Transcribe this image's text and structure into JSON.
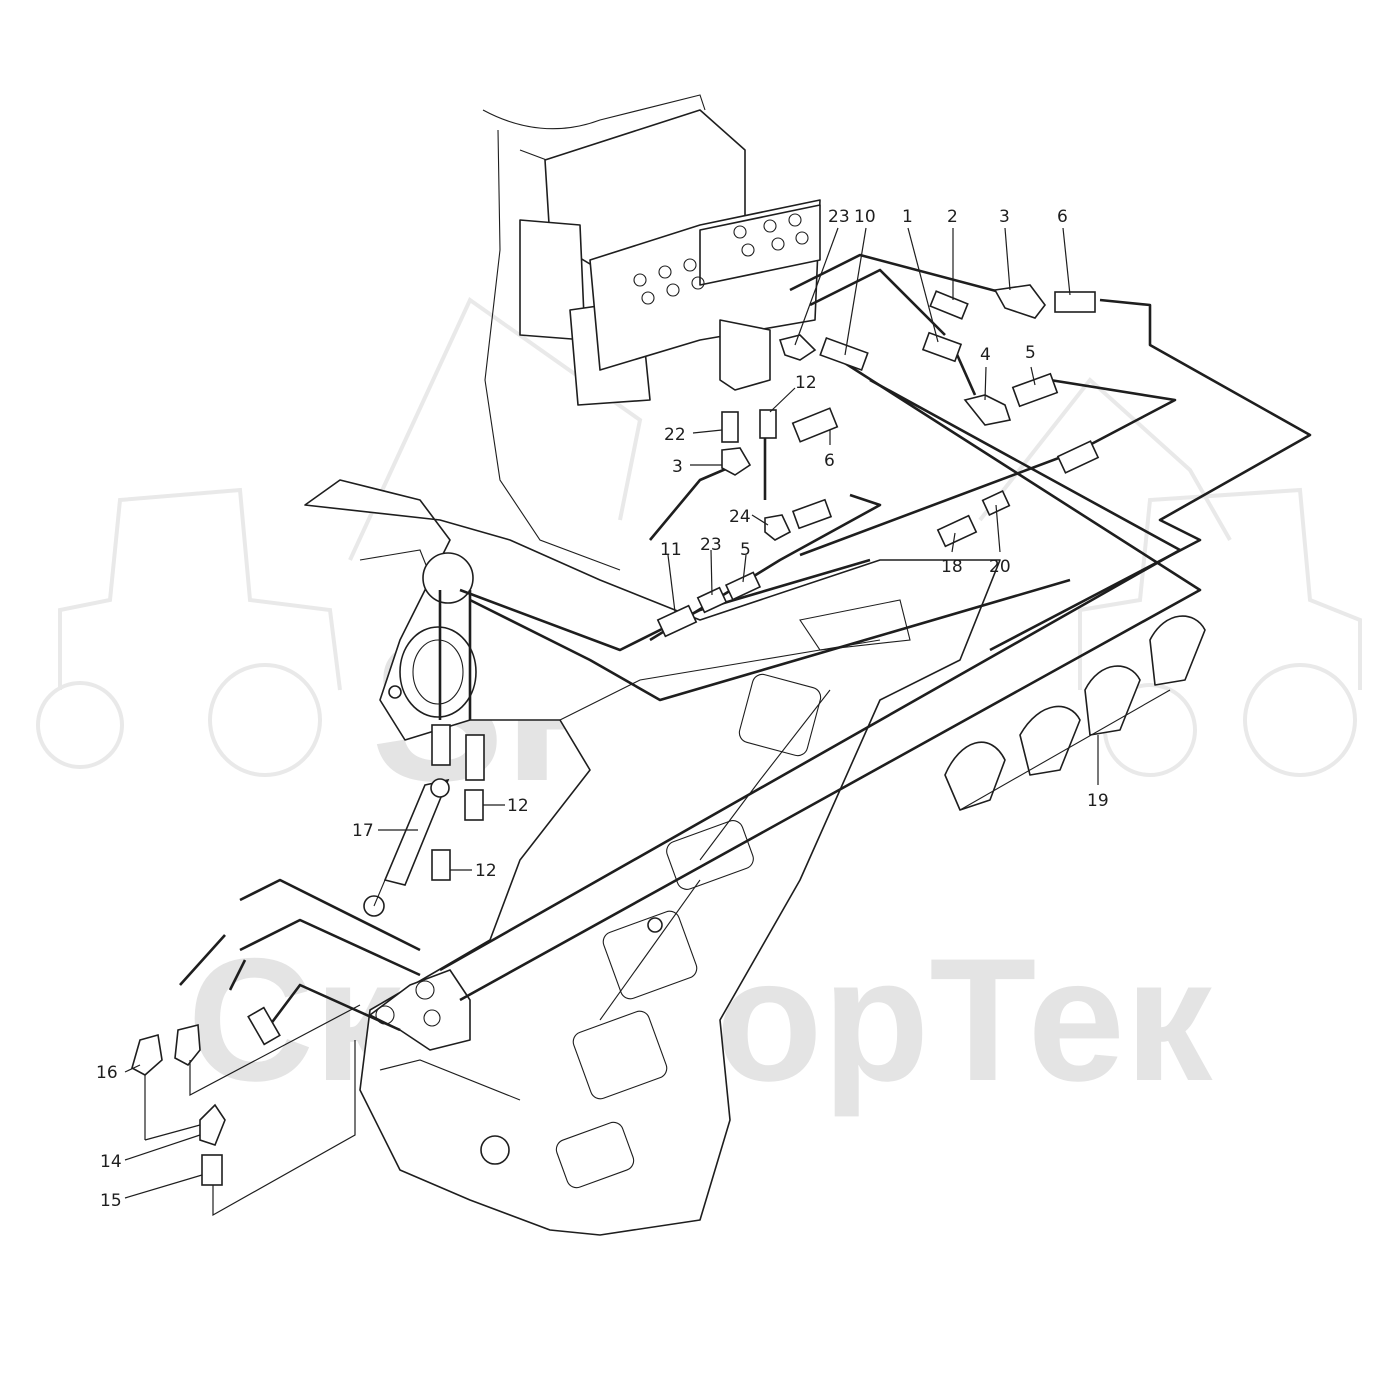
{
  "watermark": {
    "logo_text": "SFT",
    "company_text": "СкандорТек",
    "logo_icon": "tractor-excavator-outline-icon",
    "color": "#e4e4e4"
  },
  "diagram": {
    "line_color": "#1e1e1e",
    "background": "#ffffff",
    "callouts": {
      "c23_top": "23",
      "c10": "10",
      "c1": "1",
      "c2": "2",
      "c3_top": "3",
      "c6_top": "6",
      "c4": "4",
      "c5_mid": "5",
      "c12_upper": "12",
      "c22": "22",
      "c3_mid": "3",
      "c6_mid": "6",
      "c24": "24",
      "c11": "11",
      "c23_low": "23",
      "c5_low": "5",
      "c18": "18",
      "c20": "20",
      "c19": "19",
      "c12_a": "12",
      "c17": "17",
      "c12_b": "12",
      "c16": "16",
      "c14": "14",
      "c15": "15"
    }
  }
}
